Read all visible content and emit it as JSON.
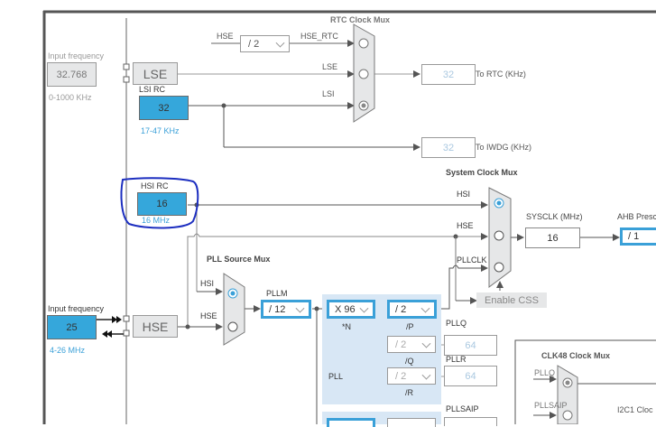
{
  "lse_input": {
    "label": "Input frequency",
    "value": "32.768",
    "range": "0-1000 KHz"
  },
  "lse": {
    "label": "LSE"
  },
  "lsi_rc": {
    "label": "LSI RC",
    "value": "32",
    "range": "17-47 KHz"
  },
  "rtc_mux": {
    "title": "RTC Clock Mux",
    "inputs": [
      "HSE_RTC",
      "LSE",
      "LSI"
    ],
    "selected": "LSI",
    "hse_label": "HSE",
    "hse_divider": "/ 2"
  },
  "to_rtc": {
    "value": "32",
    "label": "To RTC (KHz)"
  },
  "to_iwdg": {
    "value": "32",
    "label": "To IWDG (KHz)"
  },
  "hsi_rc": {
    "label": "HSI RC",
    "value": "16",
    "range": "16 MHz"
  },
  "system_mux": {
    "title": "System Clock Mux",
    "inputs": [
      "HSI",
      "HSE",
      "PLLCLK"
    ],
    "selected": "HSI"
  },
  "sysclk": {
    "label": "SYSCLK (MHz)",
    "value": "16"
  },
  "ahb": {
    "label": "AHB Presc",
    "value": "/ 1"
  },
  "enable_css": {
    "label": "Enable CSS"
  },
  "pll_source_mux": {
    "title": "PLL Source Mux",
    "inputs": [
      "HSI",
      "HSE"
    ],
    "selected": "HSI"
  },
  "pllm": {
    "label": "PLLM",
    "value": "/ 12"
  },
  "pll": {
    "label": "PLL",
    "n": {
      "value": "X 96",
      "label": "*N"
    },
    "p": {
      "value": "/ 2",
      "label": "/P"
    },
    "q": {
      "value": "/ 2",
      "label": "/Q"
    },
    "r": {
      "value": "/ 2",
      "label": "/R"
    }
  },
  "pllq": {
    "label": "PLLQ",
    "value": "64"
  },
  "pllr": {
    "label": "PLLR",
    "value": "64"
  },
  "pllsaip": {
    "label": "PLLSAIP"
  },
  "hse_input": {
    "label": "Input frequency",
    "value": "25",
    "range": "4-26 MHz"
  },
  "hse": {
    "label": "HSE"
  },
  "clk48_mux": {
    "title": "CLK48 Clock Mux",
    "inputs": [
      "PLLQ",
      "PLLSAIP"
    ],
    "selected": "PLLQ"
  },
  "i2c1": {
    "label": "I2C1 Cloc"
  }
}
